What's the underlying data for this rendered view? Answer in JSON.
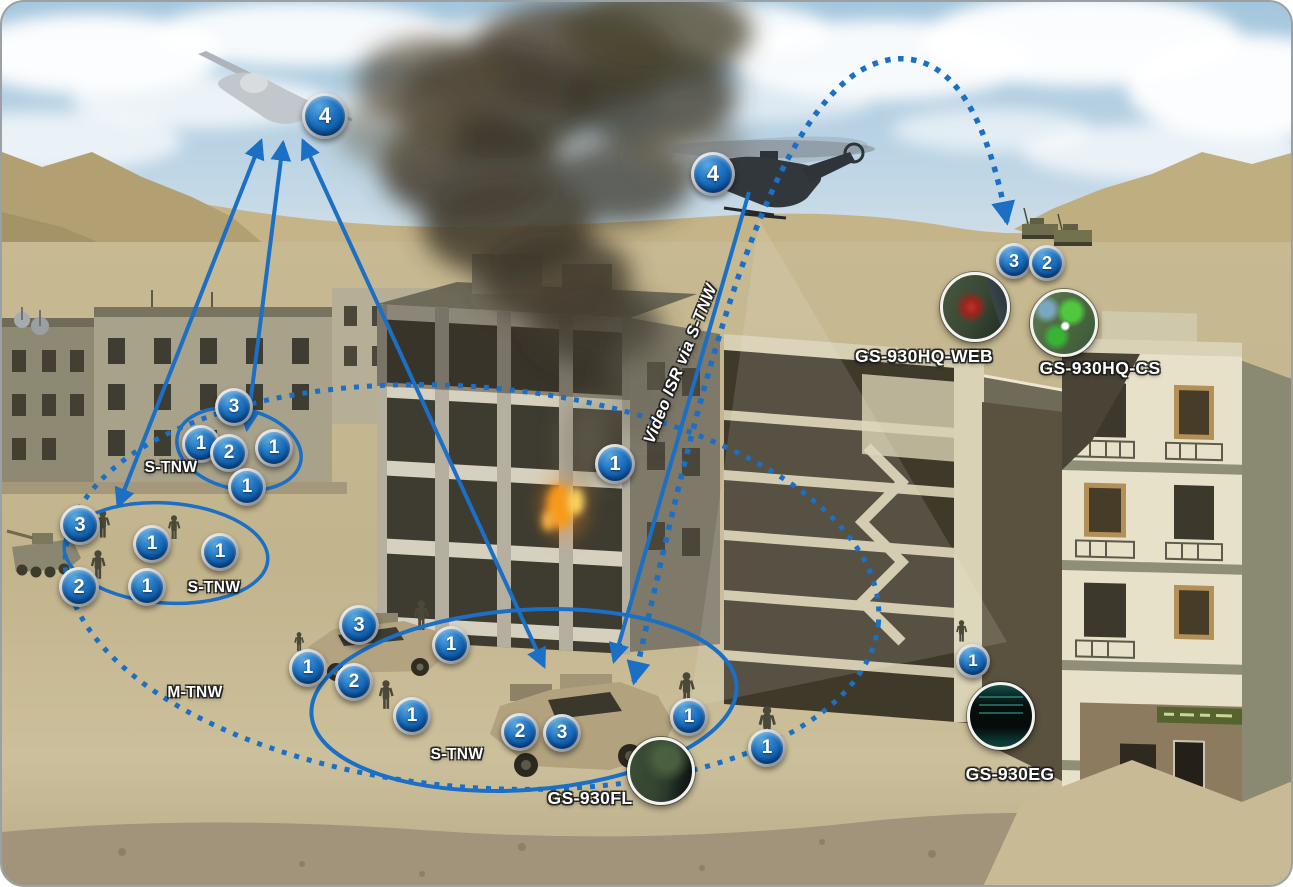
{
  "network": {
    "link_label": "Video ISR via S-TNW",
    "groups": {
      "s_tnw_upper": "S-TNW",
      "s_tnw_left": "S-TNW",
      "m_tnw": "M-TNW",
      "s_tnw_vehicles": "S-TNW"
    },
    "stations": {
      "hq_web": "GS-930HQ-WEB",
      "hq_cs": "GS-930HQ-CS",
      "eg": "GS-930EG",
      "fl": "GS-930FL"
    },
    "nodes": {
      "uav": "4",
      "helicopter": "4",
      "hq_web": "3",
      "hq_cs": "2",
      "building_soldier": "1",
      "upper_3": "3",
      "upper_1a": "1",
      "upper_2": "2",
      "upper_1b": "1",
      "upper_1c": "1",
      "left_3": "3",
      "left_1a": "1",
      "left_1b": "1",
      "left_2": "2",
      "left_1c": "1",
      "veh_3": "3",
      "veh_1a": "1",
      "veh_2": "2",
      "veh_1b": "1",
      "veh_1c": "1",
      "fl_2": "2",
      "fl_3": "3",
      "fl_soldier_a": "1",
      "fl_soldier_b": "1",
      "eg_1": "1"
    },
    "colors": {
      "line_blue": "#1b6fc4",
      "badge_blue": "#0d5aa6",
      "label_white": "#ffffff"
    }
  }
}
